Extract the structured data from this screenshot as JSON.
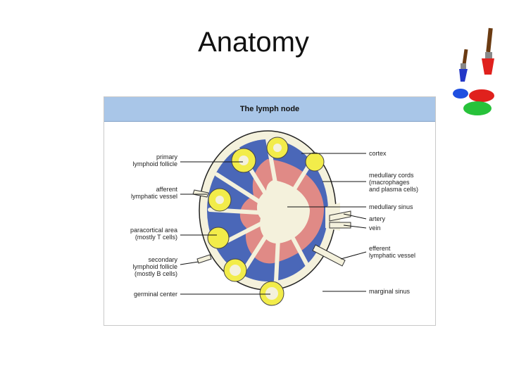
{
  "slide": {
    "title": "Anatomy"
  },
  "figure": {
    "title": "The lymph node",
    "left_labels": [
      [
        "primary",
        "lymphoid follicle"
      ],
      [
        "afferent",
        "lymphatic vessel"
      ],
      [
        "paracortical area",
        "(mostly T cells)"
      ],
      [
        "secondary",
        "lymphoid follicle",
        "(mostly B cells)"
      ],
      [
        "germinal center"
      ]
    ],
    "right_labels": [
      [
        "cortex"
      ],
      [
        "medullary cords",
        "(macrophages",
        "and plasma cells)"
      ],
      [
        "medullary sinus"
      ],
      [
        "artery"
      ],
      [
        "vein"
      ],
      [
        "efferent",
        "lymphatic vessel"
      ],
      [
        "marginal sinus"
      ]
    ]
  },
  "colors": {
    "header": "#a9c6e8",
    "cortex_blue": "#4a67b8",
    "medulla_red": "#e08a86",
    "follicle_yellow": "#f2ec4a",
    "capsule": "#f4f1dc"
  },
  "decor": {
    "icon": "paint-brushes-icon"
  }
}
